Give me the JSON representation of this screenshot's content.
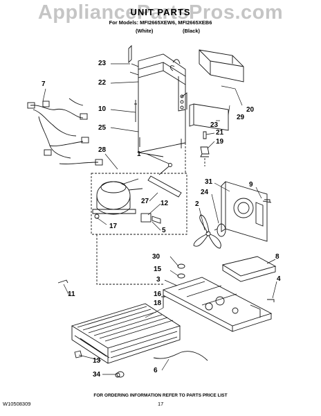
{
  "watermark": "AppliancePartsPros.com",
  "header": {
    "title": "UNIT PARTS",
    "models_line": "For Models: MFI2665XEW6, MFI2665XEB6",
    "variant_white": "(White)",
    "variant_black": "(Black)"
  },
  "callouts": [
    "23",
    "22",
    "10",
    "25",
    "7",
    "28",
    "1",
    "27",
    "12",
    "17",
    "5",
    "20",
    "29",
    "23",
    "21",
    "19",
    "31",
    "24",
    "9",
    "2",
    "8",
    "30",
    "15",
    "3",
    "4",
    "11",
    "16",
    "18",
    "13",
    "34",
    "6"
  ],
  "footer": {
    "ordering_note": "FOR ORDERING INFORMATION REFER TO PARTS PRICE LIST",
    "doc_id": "W10508309",
    "page_number": "17"
  }
}
